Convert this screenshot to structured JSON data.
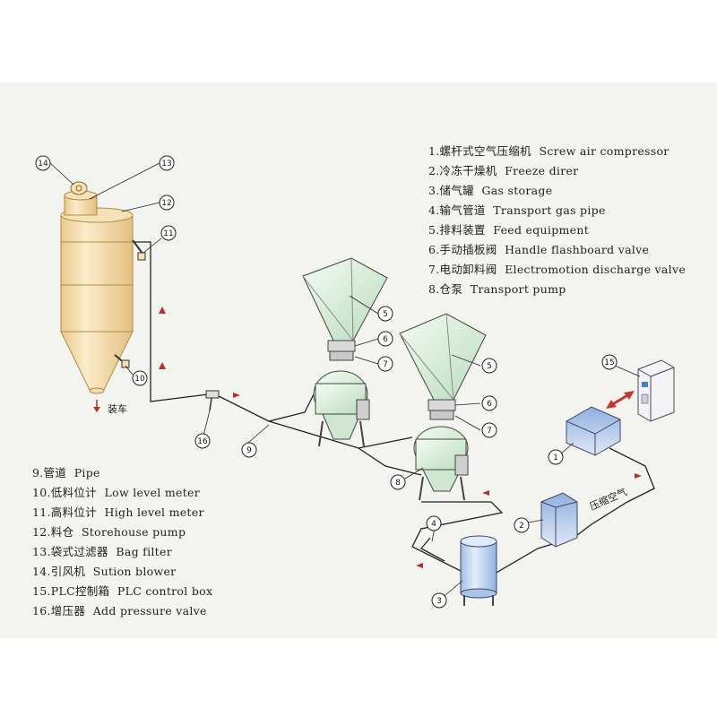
{
  "legend_top": [
    {
      "num": "1.",
      "cn": "螺杆式空气压缩机",
      "en": "Screw air compressor"
    },
    {
      "num": "2.",
      "cn": "冷冻干燥机",
      "en": "Freeze direr"
    },
    {
      "num": "3.",
      "cn": "储气罐",
      "en": "Gas storage"
    },
    {
      "num": "4.",
      "cn": "输气管道",
      "en": "Transport gas pipe"
    },
    {
      "num": "5.",
      "cn": "排料装置",
      "en": "Feed equipment"
    },
    {
      "num": "6.",
      "cn": "手动插板阀",
      "en": "Handle flashboard valve"
    },
    {
      "num": "7.",
      "cn": "电动卸料阀",
      "en": "Electromotion discharge valve"
    },
    {
      "num": "8.",
      "cn": "仓泵",
      "en": "Transport pump"
    }
  ],
  "legend_bottom": [
    {
      "num": "9.",
      "cn": "管道",
      "en": "Pipe"
    },
    {
      "num": "10.",
      "cn": "低料位计",
      "en": "Low level meter"
    },
    {
      "num": "11.",
      "cn": "高料位计",
      "en": "High level meter"
    },
    {
      "num": "12.",
      "cn": "料仓",
      "en": "Storehouse pump"
    },
    {
      "num": "13.",
      "cn": "袋式过滤器",
      "en": "Bag filter"
    },
    {
      "num": "14.",
      "cn": "引风机",
      "en": "Sution blower"
    },
    {
      "num": "15.",
      "cn": "PLC控制箱",
      "en": "PLC control box"
    },
    {
      "num": "16.",
      "cn": "增压器",
      "en": "Add pressure valve"
    }
  ],
  "diagram_labels": {
    "loading": "装车",
    "compressed_air": "压缩空气"
  },
  "callouts": [
    "14",
    "13",
    "12",
    "11",
    "10",
    "16",
    "9",
    "5",
    "6",
    "7",
    "5",
    "6",
    "7",
    "8",
    "4",
    "3",
    "2",
    "1",
    "15"
  ],
  "colors": {
    "silo": "#f3ddb0",
    "hopper": "#d8ecd9",
    "tank": "#cfe0f4",
    "pipe": "#222222",
    "background_panel": "#f3f3ef"
  }
}
